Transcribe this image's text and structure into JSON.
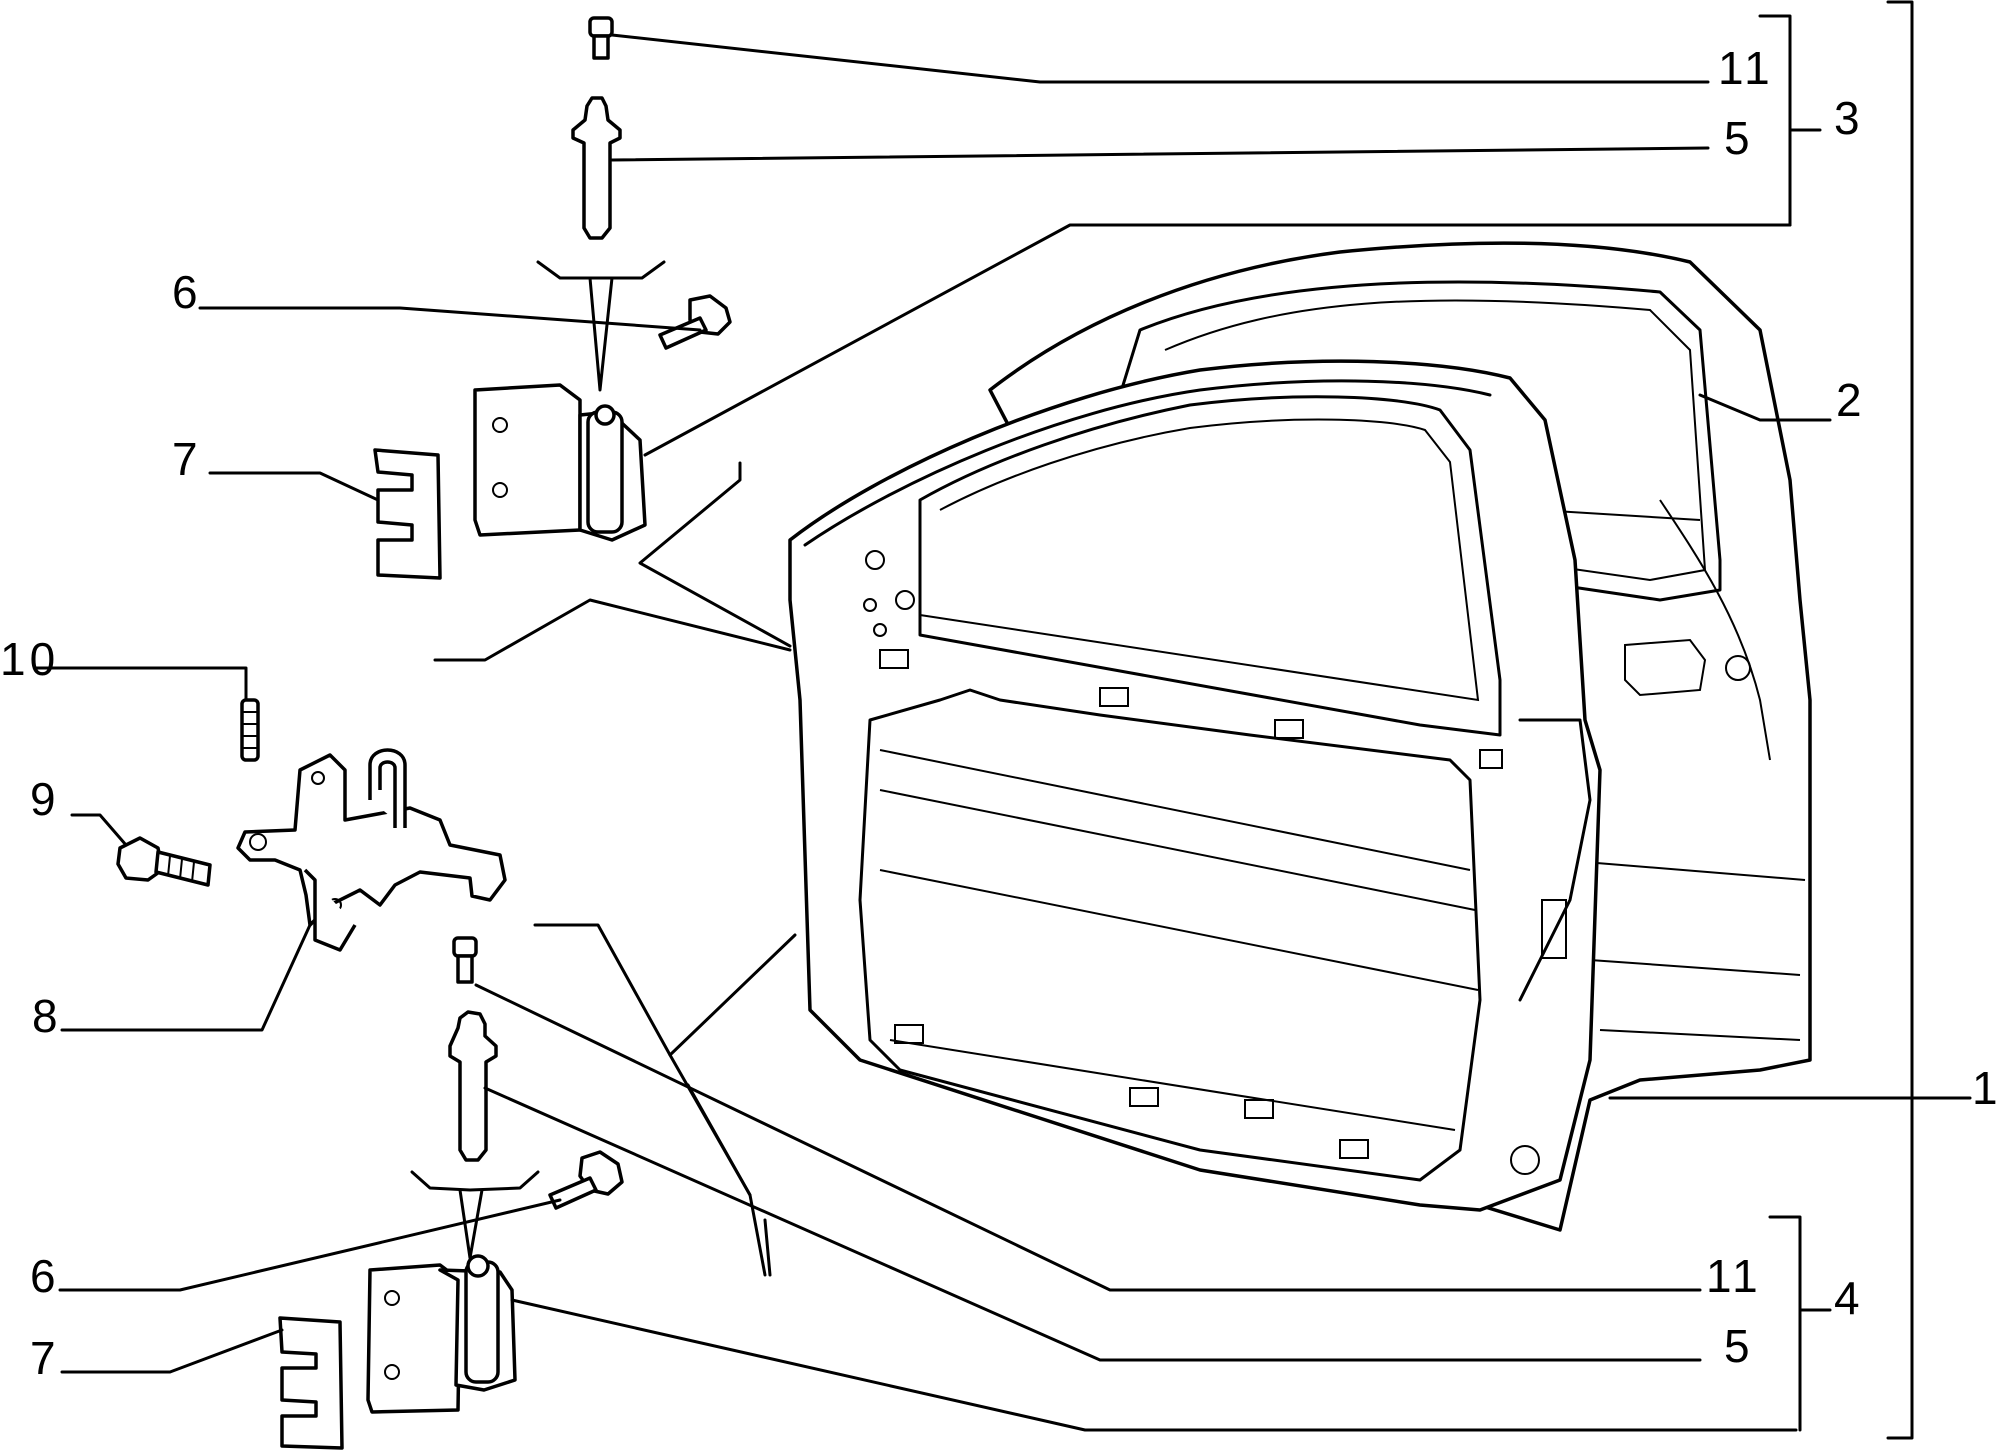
{
  "callouts": {
    "c11_top": "11",
    "c5_top": "5",
    "c3": "3",
    "c6_top": "6",
    "c2": "2",
    "c7_top": "7",
    "c10": "10",
    "c9": "9",
    "c8": "8",
    "c1": "1",
    "c11_bottom": "11",
    "c4": "4",
    "c6_bottom": "6",
    "c5_bottom": "5",
    "c7_bottom": "7"
  }
}
